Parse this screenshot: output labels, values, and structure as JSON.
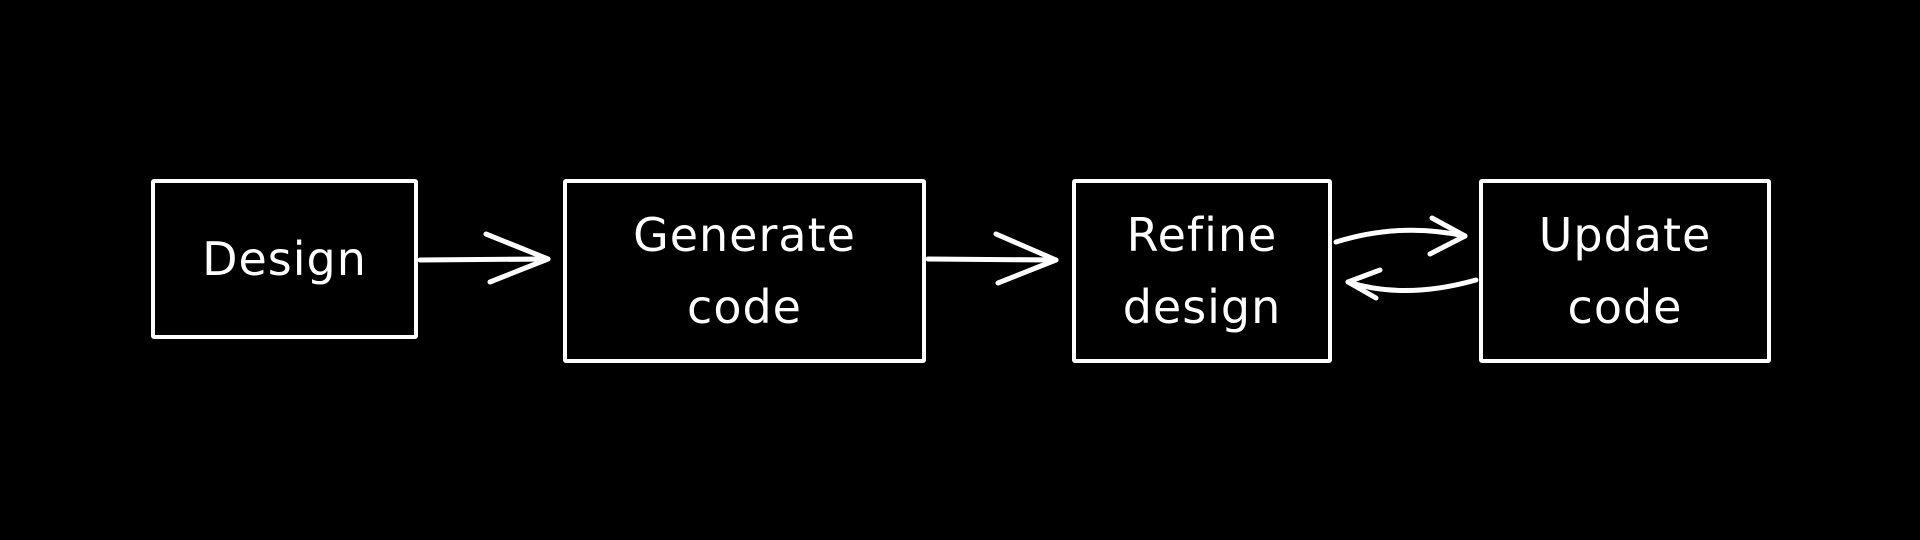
{
  "diagram": {
    "nodes": [
      {
        "id": "design",
        "label": "Design"
      },
      {
        "id": "generate",
        "label": "Generate\ncode"
      },
      {
        "id": "refine",
        "label": "Refine\ndesign"
      },
      {
        "id": "update",
        "label": "Update\ncode"
      }
    ],
    "edges": [
      {
        "from": "design",
        "to": "generate"
      },
      {
        "from": "generate",
        "to": "refine"
      },
      {
        "from": "refine",
        "to": "update"
      },
      {
        "from": "update",
        "to": "refine"
      }
    ],
    "colors": {
      "background": "#000000",
      "stroke": "#ffffff",
      "text": "#ffffff"
    }
  }
}
